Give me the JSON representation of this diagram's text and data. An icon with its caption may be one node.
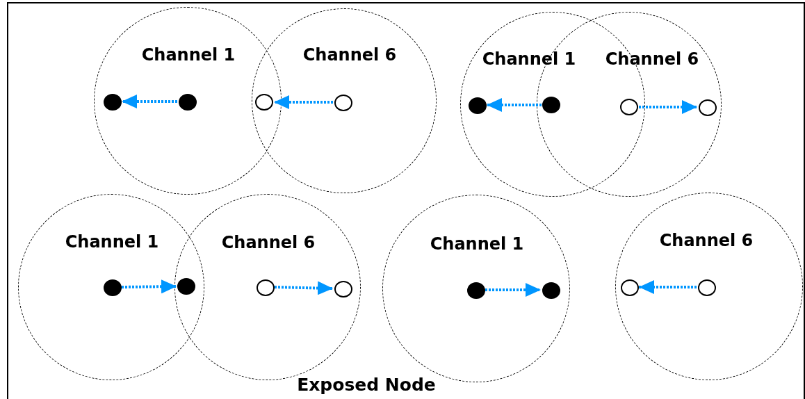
{
  "diagram": {
    "nodes": [
      {
        "text": [
          "Channel 1"
        ]
      },
      {
        "text": [
          "Channel 6"
        ]
      },
      {
        "text": [],
        "shape": "circle",
        "in": 0
      },
      {
        "text": [],
        "shape": "circle",
        "in": 0
      },
      {
        "text": [],
        "shape": "circle"
      },
      {
        "text": [],
        "shape": "circle",
        "in": 1
      },
      {
        "text": [
          "Channel 1"
        ]
      },
      {
        "text": [
          "Channel 6"
        ]
      },
      {
        "text": [],
        "shape": "circle",
        "in": 6
      },
      {
        "text": [],
        "shape": "circle"
      },
      {
        "text": [],
        "shape": "circle"
      },
      {
        "text": [],
        "shape": "circle",
        "in": 7
      },
      {
        "text": [
          "Channel 1"
        ]
      },
      {
        "text": [
          "Channel 6"
        ]
      },
      {
        "text": [],
        "shape": "circle",
        "in": 12
      },
      {
        "text": [],
        "shape": "circle"
      },
      {
        "text": [],
        "shape": "circle",
        "in": 13
      },
      {
        "text": [],
        "shape": "circle",
        "in": 13
      },
      {
        "text": [
          "Channel 1"
        ]
      },
      {
        "text": [
          "Channel 6"
        ]
      },
      {
        "text": [],
        "shape": "circle",
        "in": 18
      },
      {
        "text": [],
        "shape": "circle",
        "in": 18
      },
      {
        "text": [],
        "shape": "circle",
        "in": 19
      },
      {
        "text": [],
        "shape": "circle",
        "in": 19
      }
    ],
    "edges": [
      {
        "from": 3,
        "to": 2,
        "arrow": "to"
      },
      {
        "from": 5,
        "to": 4,
        "arrow": "to"
      },
      {
        "from": 9,
        "to": 8,
        "arrow": "to"
      },
      {
        "from": 10,
        "to": 11,
        "arrow": "to"
      },
      {
        "from": 14,
        "to": 15,
        "arrow": "to"
      },
      {
        "from": 16,
        "to": 17,
        "arrow": "to"
      },
      {
        "from": 20,
        "to": 21,
        "arrow": "to"
      },
      {
        "from": 23,
        "to": 22,
        "arrow": "to"
      }
    ],
    "labels": [
      "Exposed Node"
    ]
  }
}
